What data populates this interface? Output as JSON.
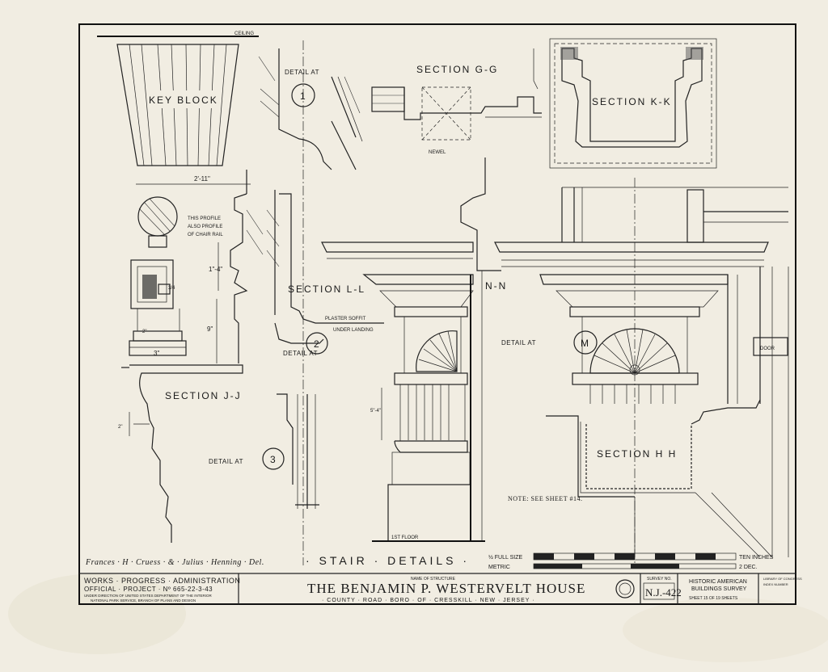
{
  "labels": {
    "ceiling": "CEILING",
    "key_block": "KEY BLOCK",
    "detail_at_top": "DETAIL AT",
    "detail_num_1": "1",
    "section_gg": "SECTION G-G",
    "newel": "NEWEL",
    "section_kk": "SECTION K-K",
    "dim_2_11": "2'-11\"",
    "profile_note_1": "THIS PROFILE",
    "profile_note_2": "ALSO PROFILE",
    "profile_note_3": "OF CHAIR RAIL",
    "section_ll": "SECTION L-L",
    "plaster_soffit": "PLASTER SOFFIT",
    "under_landing": "UNDER LANDING",
    "detail_at_2": "DETAIL AT",
    "detail_num_2": "2",
    "nn": "N-N",
    "detail_at_m": "DETAIL AT",
    "detail_num_m": "M",
    "door": "DOOR",
    "section_jj": "SECTION J-J",
    "detail_at_3": "DETAIL AT",
    "detail_num_3": "3",
    "section_hh": "SECTION H H",
    "note": "NOTE: SEE SHEET #14.",
    "first_floor": "1ST FLOOR",
    "dim_1_4": "1\"-4\"",
    "dim_9": "9\"",
    "dim_2_half": "2\"",
    "dim_3": "3\"",
    "dim_5_4": "5\"-4\"",
    "dim_2_half_b": "2\""
  },
  "title_bar": {
    "delineators": "Frances · H · Cruess · & · Julius · Henning · Del.",
    "sheet_title": "· STAIR · DETAILS ·",
    "scale_full": "½ FULL SIZE",
    "scale_metric": "METRIC",
    "scale_inches": "TEN INCHES",
    "scale_dec": "2 DEC."
  },
  "title_block": {
    "wpa_1": "WORKS · PROGRESS · ADMINISTRATION",
    "wpa_2": "OFFICIAL · PROJECT · Nº 665-22-3-43",
    "wpa_3": "UNDER DIRECTION OF UNITED STATES DEPARTMENT OF THE INTERIOR",
    "wpa_4": "NATIONAL PARK SERVICE, BRANCH OF PLANS AND DESIGN",
    "name_caption": "NAME OF STRUCTURE",
    "structure_name": "THE BENJAMIN P. WESTERVELT HOUSE",
    "location": "· COUNTY · ROAD · BORO · OF · CRESSKILL · NEW · JERSEY ·",
    "survey_caption": "SURVEY NO.",
    "survey_no": "N.J.-422",
    "habs_1": "HISTORIC AMERICAN",
    "habs_2": "BUILDINGS SURVEY",
    "sheet_no": "SHEET 15 OF 19 SHEETS",
    "corner_1": "LIBRARY OF CONGRESS",
    "corner_2": "INDEX NUMBER"
  }
}
